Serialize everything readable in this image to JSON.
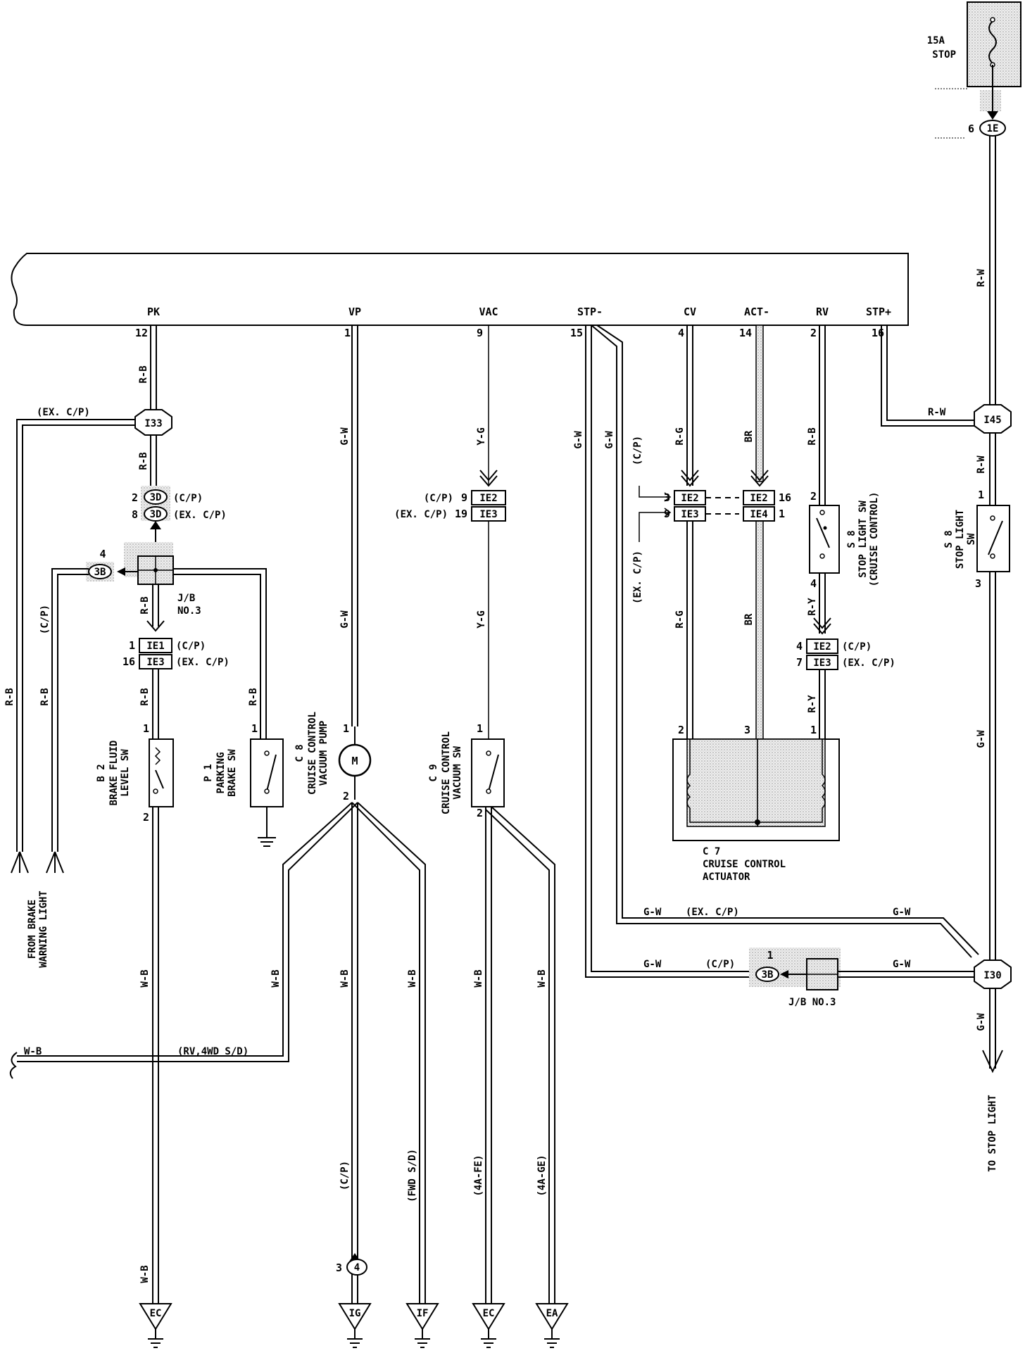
{
  "fuse": {
    "rating": "15A",
    "name": "STOP"
  },
  "ecu_terminals": [
    {
      "name": "PK",
      "pin": "12"
    },
    {
      "name": "VP",
      "pin": "1"
    },
    {
      "name": "VAC",
      "pin": "9"
    },
    {
      "name": "STP-",
      "pin": "15"
    },
    {
      "name": "CV",
      "pin": "4"
    },
    {
      "name": "ACT-",
      "pin": "14"
    },
    {
      "name": "RV",
      "pin": "2"
    },
    {
      "name": "STP+",
      "pin": "16"
    }
  ],
  "wire_colors": {
    "r_b": "R-B",
    "g_w": "G-W",
    "y_g": "Y-G",
    "r_g": "R-G",
    "br": "BR",
    "r_w": "R-W",
    "r_y": "R-Y",
    "w_b": "W-B"
  },
  "connectors": {
    "c1e": "1E",
    "c1e_pin": "6",
    "i33": "I33",
    "i45": "I45",
    "i30": "I30",
    "c3d": "3D",
    "c3d_pin_a": "2",
    "c3d_pin_b": "8",
    "c3b": "3B",
    "c3b_pin": "4",
    "c3b2_pin": "1",
    "ie1": "IE1",
    "ie2": "IE2",
    "ie3": "IE3",
    "ie4": "IE4",
    "c4": "4",
    "c4_pin": "3"
  },
  "variants": {
    "cp": "(C/P)",
    "ex_cp": "(EX. C/P)",
    "ex_cp_bracket": "(EX. C/P)",
    "rv_4wd": "(RV,4WD S/D)",
    "fwd_sd": "(FWD S/D)",
    "fe": "(4A-FE)",
    "ge": "(4A-GE)"
  },
  "pins": {
    "ie_vac_cp": "9",
    "ie_vac_ex": "19",
    "ie_pk_cp": "1",
    "ie_pk_ex": "16",
    "ie_cv_cp": "3",
    "ie_cv_ex": "9",
    "ie_act_cp": "16",
    "ie_act_ex": "1",
    "ie_rv_cp": "4",
    "ie_rv_ex": "7",
    "one": "1",
    "two": "2",
    "three": "3",
    "four": "4"
  },
  "junction_block": {
    "line1": "J/B",
    "line2": "NO.3",
    "label_h": "J/B NO.3"
  },
  "components": {
    "b2": {
      "code": "B 2",
      "line1": "BRAKE FLUID",
      "line2": "LEVEL SW"
    },
    "p1": {
      "code": "P 1",
      "line1": "PARKING",
      "line2": "BRAKE SW"
    },
    "c8": {
      "code": "C 8",
      "line1": "CRUISE CONTROL",
      "line2": "VACUUM PUMP"
    },
    "c9": {
      "code": "C 9",
      "line1": "CRUISE CONTROL",
      "line2": "VACUUM SW"
    },
    "c7": {
      "code": "C 7",
      "line1": "CRUISE CONTROL",
      "line2": "ACTUATOR"
    },
    "s8a": {
      "code": "S 8",
      "line1": "STOP LIGHT SW",
      "line2": "(CRUISE CONTROL)"
    },
    "s8b": {
      "code": "S 8",
      "line1": "STOP LIGHT",
      "line2": "SW"
    },
    "motor": "M"
  },
  "grounds": [
    "EC",
    "IG",
    "IF",
    "EC",
    "EA"
  ],
  "notes": {
    "from_brake_1": "FROM BRAKE",
    "from_brake_2": "WARNING LIGHT",
    "to_stop_light": "TO STOP LIGHT"
  }
}
